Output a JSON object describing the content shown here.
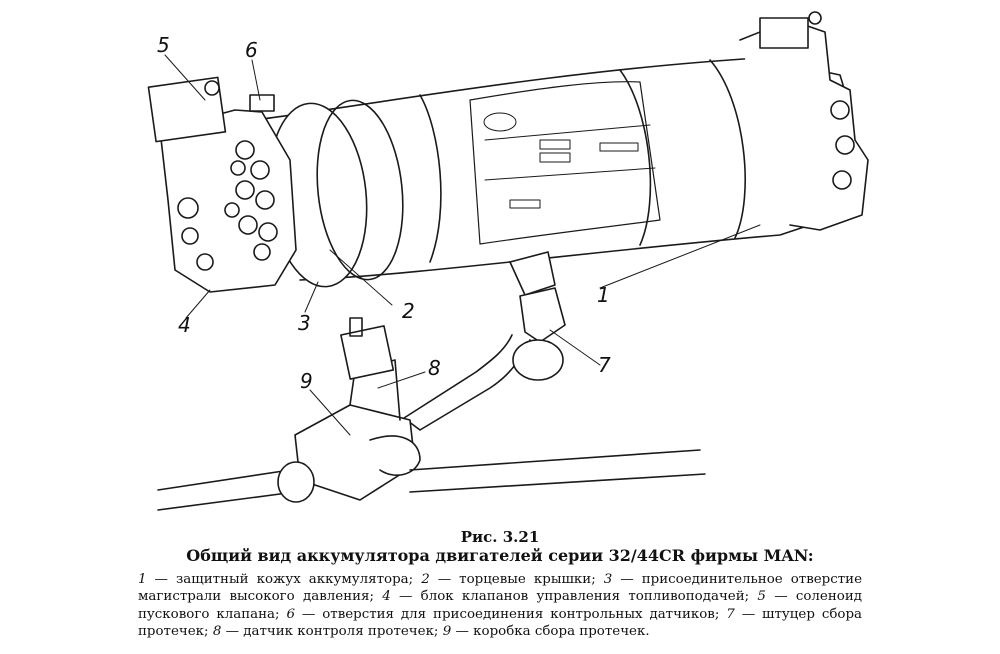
{
  "figure": {
    "callouts": [
      "1",
      "2",
      "3",
      "4",
      "5",
      "6",
      "7",
      "8",
      "9"
    ]
  },
  "caption": {
    "number": "Рис. 3.21",
    "title": "Общий вид аккумулятора двигателей серии 32/44CR фирмы MAN:",
    "legend": [
      {
        "num": "1",
        "text": " — защитный кожух аккумулятора; "
      },
      {
        "num": "2",
        "text": " — торцевые крышки; "
      },
      {
        "num": "3",
        "text": " — присоединительное отверстие магистрали высокого давления; "
      },
      {
        "num": "4",
        "text": " — блок клапанов управления топливоподачей; "
      },
      {
        "num": "5",
        "text": " — соленоид пускового клапана; "
      },
      {
        "num": "6",
        "text": " — отверстия для присоединения контрольных датчиков; "
      },
      {
        "num": "7",
        "text": " — штуцер сбора протечек; "
      },
      {
        "num": "8",
        "text": " — датчик контроля протечек; "
      },
      {
        "num": "9",
        "text": " — коробка сбора протечек."
      }
    ]
  }
}
